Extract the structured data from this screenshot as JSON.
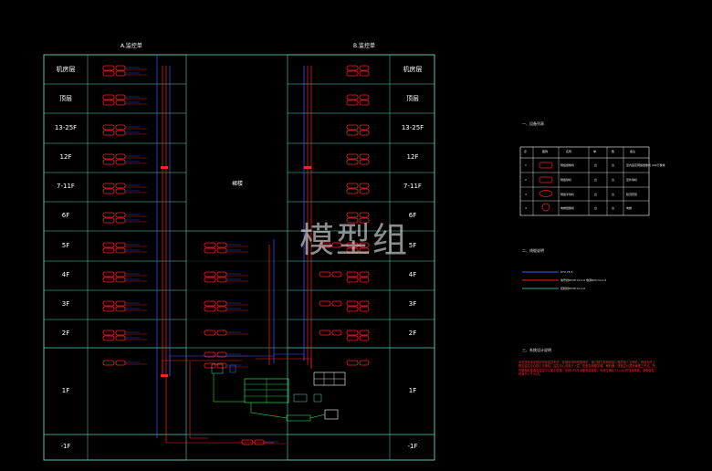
{
  "building_a_title": "A.监控单",
  "building_b_title": "B.监控单",
  "middle_title": "裙楼",
  "watermark": "模型组",
  "floors_a": [
    "机房层",
    "顶层",
    "13-25F",
    "12F",
    "7-11F",
    "6F",
    "5F",
    "4F",
    "3F",
    "2F",
    "1F",
    "-1F"
  ],
  "floors_b": [
    "机房层",
    "顶层",
    "13-25F",
    "12F",
    "7-11F",
    "6F",
    "5F",
    "4F",
    "3F",
    "2F",
    "1F",
    "-1F"
  ],
  "legend_equipment": {
    "title": "一、设备列表",
    "headers": [
      "序",
      "图例",
      "名称",
      "单",
      "数",
      "备注"
    ],
    "rows": [
      {
        "no": "1",
        "name": "网络摄像机",
        "unit": "台",
        "qty": "台",
        "note": "室内固定网络摄像机 200万像素"
      },
      {
        "no": "2",
        "name": "网络球机",
        "unit": "台",
        "qty": "台",
        "note": "室外球机"
      },
      {
        "no": "3",
        "name": "网络半球机",
        "unit": "台",
        "qty": "台",
        "note": "吸顶安装"
      },
      {
        "no": "4",
        "name": "电梯摄像机",
        "unit": "台",
        "qty": "台",
        "note": "电梯"
      }
    ]
  },
  "legend_lines": {
    "title": "二、线缆说明",
    "items": [
      {
        "label": "SYV-75-5",
        "color": "#3a5cff"
      },
      {
        "label": "信号线RVVP-2×1.0 电源RVV-3×1.5",
        "color": "#ff2020"
      },
      {
        "label": "控制线RVVP-2×1.0",
        "color": "#20b0a0"
      }
    ]
  },
  "notes": {
    "title": "三、系统设计说明",
    "text": "本系统采用全数字网络监控系统，前端采用网络摄像机，通过超五类网线接入楼层接入交换机，再经光纤上联至监控中心核心交换机。监控中心设置于一层，配置存储服务器、解码器、拼接显示屏及管理工作站。所有摄像机电源由监控中心集中供电，采用UPS不间断电源保障。系统应满足7×24小时连续录像，录像保存时间不少于30天。"
  },
  "colors": {
    "grid": "#5fd0c0",
    "blue": "#3a5cff",
    "red": "#ff2020",
    "green": "#30ff60",
    "white": "#ffffff"
  }
}
